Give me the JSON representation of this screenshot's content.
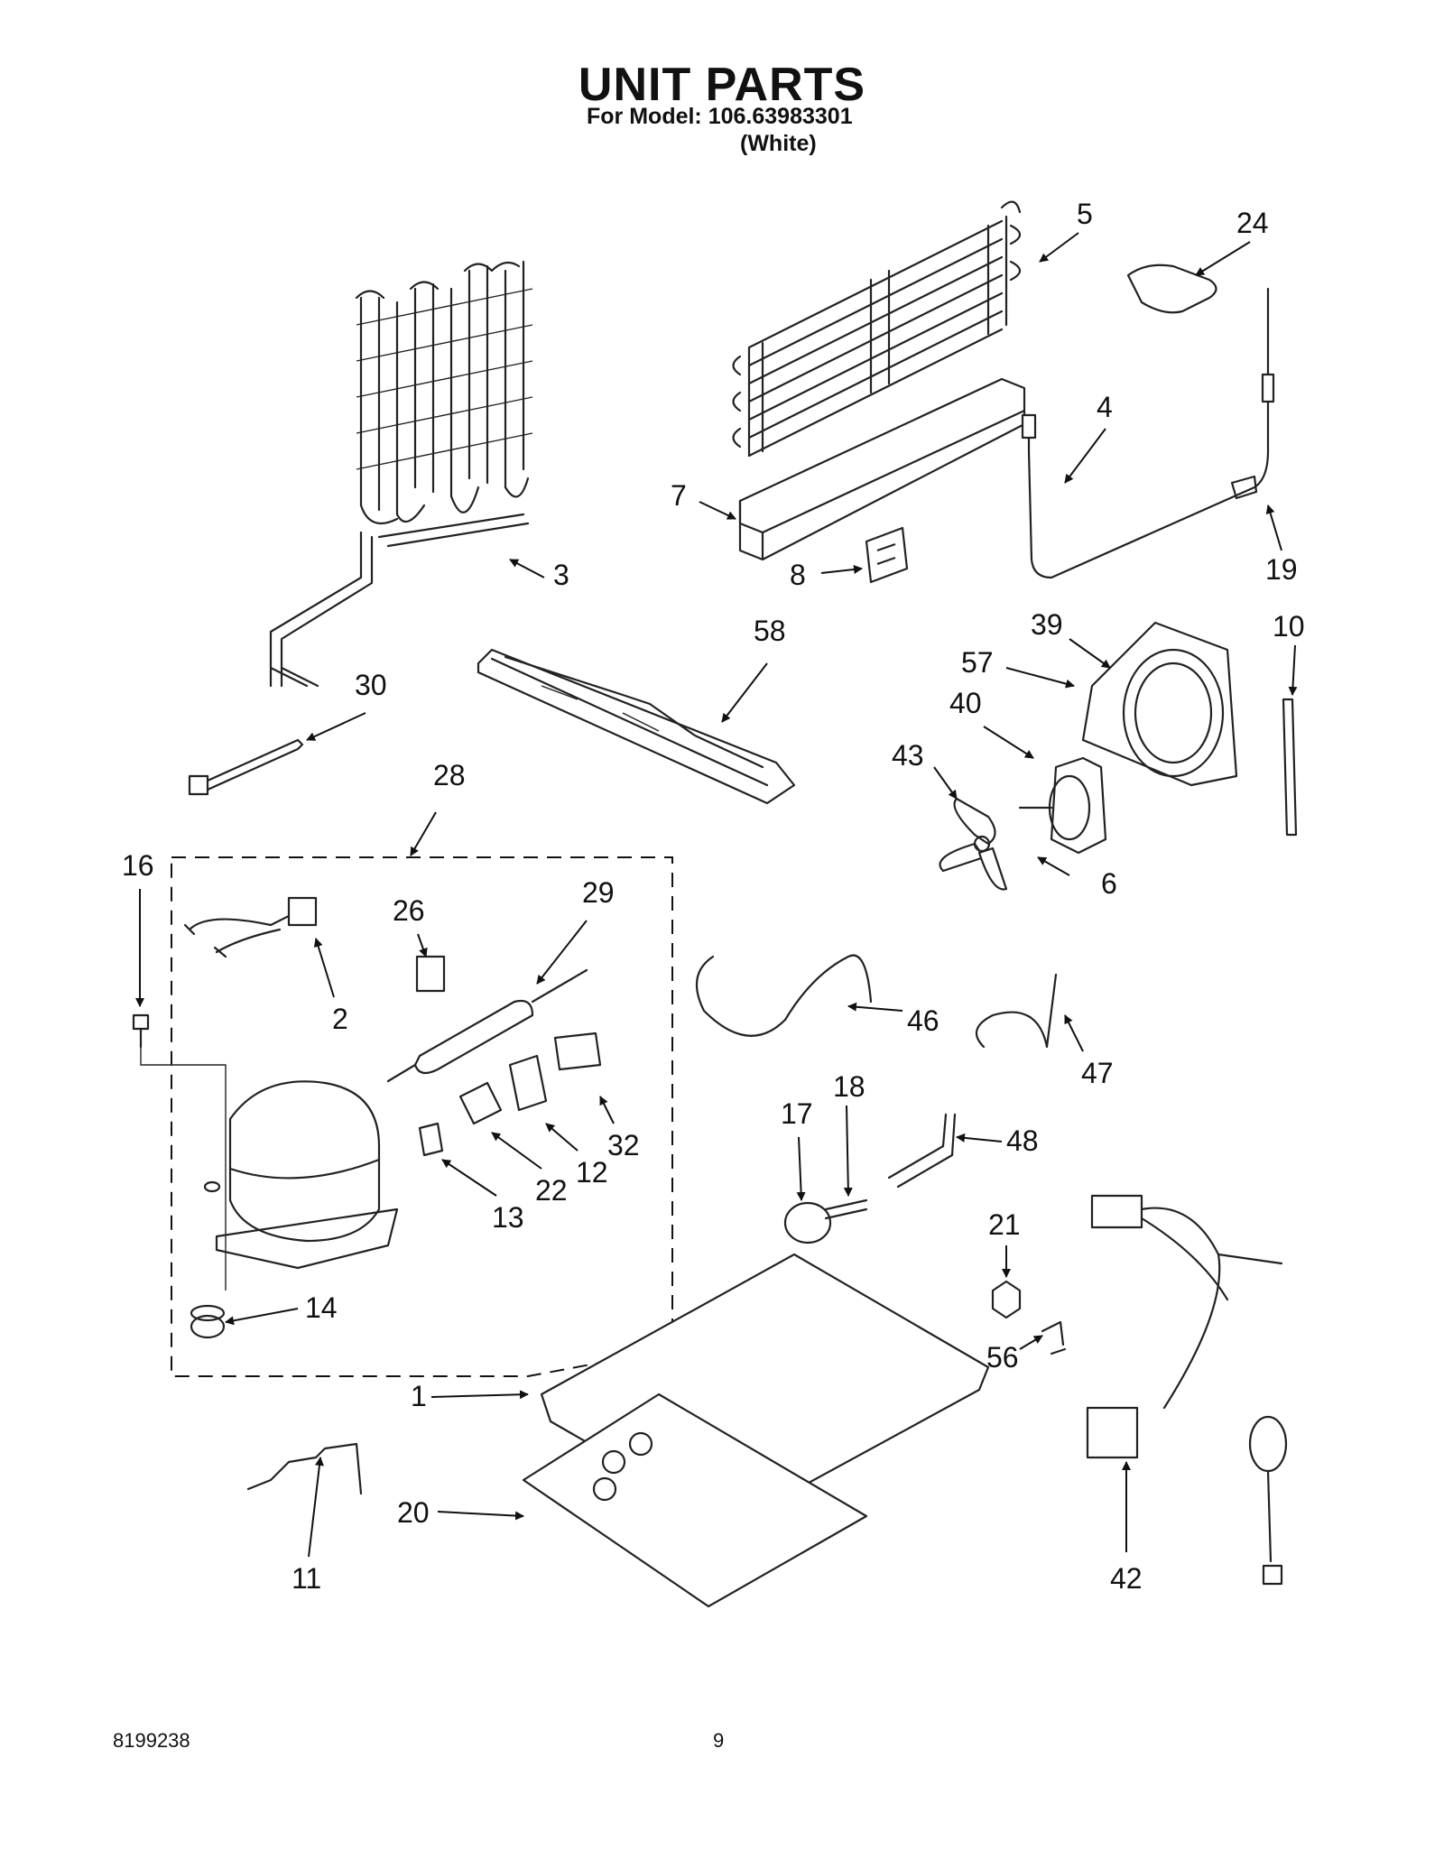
{
  "header": {
    "title": "UNIT PARTS",
    "model_line": "For Model: 106.63983301",
    "color_line": "(White)"
  },
  "footer": {
    "document_number": "8199238",
    "page_number": "9"
  },
  "callouts": {
    "c1": "1",
    "c2": "2",
    "c3": "3",
    "c4": "4",
    "c5": "5",
    "c6": "6",
    "c7": "7",
    "c8": "8",
    "c10": "10",
    "c11": "11",
    "c12": "12",
    "c13": "13",
    "c14": "14",
    "c16": "16",
    "c17": "17",
    "c18": "18",
    "c19": "19",
    "c20": "20",
    "c21": "21",
    "c22": "22",
    "c24": "24",
    "c26": "26",
    "c28": "28",
    "c29": "29",
    "c30": "30",
    "c32": "32",
    "c39": "39",
    "c40": "40",
    "c42": "42",
    "c43": "43",
    "c46": "46",
    "c47": "47",
    "c48": "48",
    "c56": "56",
    "c57": "57",
    "c58": "58"
  }
}
